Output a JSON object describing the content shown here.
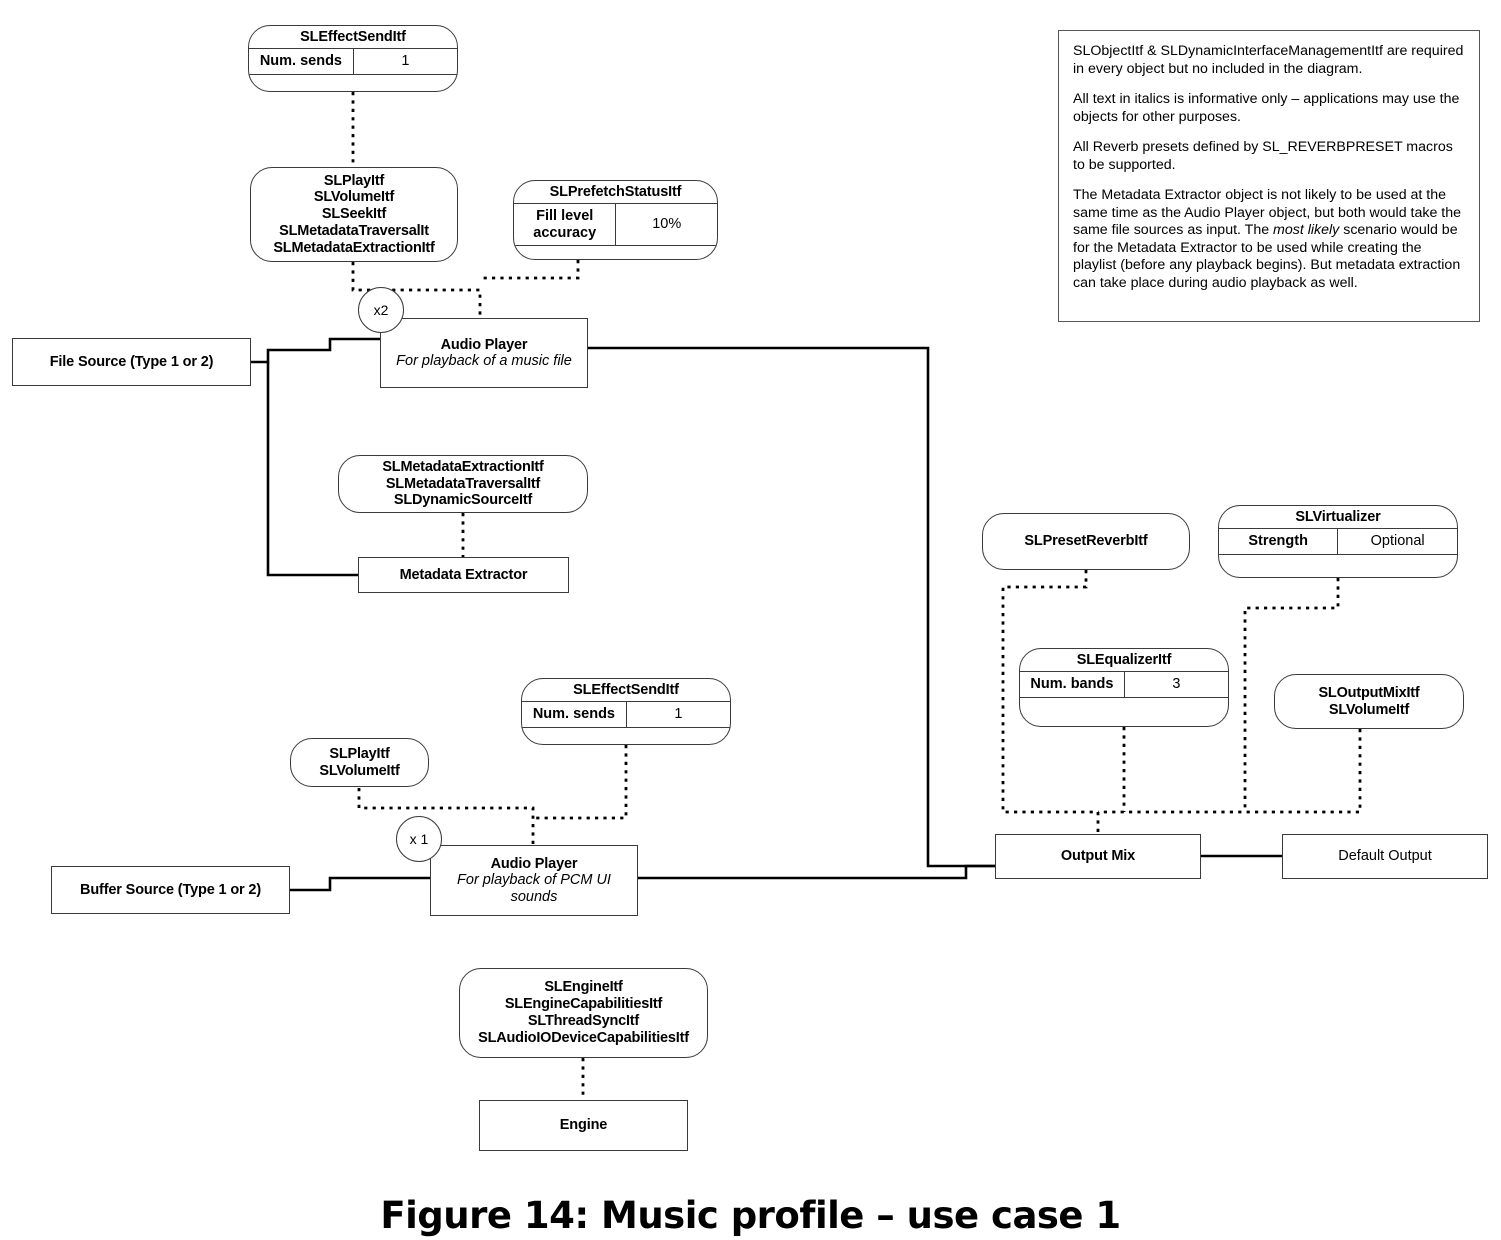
{
  "figure": {
    "caption": "Figure 14: Music profile – use case 1"
  },
  "note": {
    "paragraph1": "SLObjectItf & SLDynamicInterfaceManagementItf are required in every object but no included in the diagram.",
    "paragraph2": "All text in italics is informative only – applications may use the objects for other purposes.",
    "paragraph3": "All Reverb presets defined by SL_REVERBPRESET macros to be supported.",
    "paragraph4_a": "The Metadata Extractor object is not likely to be used at the same time as the Audio Player object, but both would take the same file sources as input. The ",
    "paragraph4_italic": "most likely",
    "paragraph4_b": " scenario would be for the Metadata Extractor to be used while creating the playlist (before any playback begins). But metadata extraction can take place during audio playback as well."
  },
  "nodes": {
    "effect_send_top": {
      "title": "SLEffectSendItf",
      "key": "Num. sends",
      "value": "1"
    },
    "player_itfs_top": {
      "interfaces": "SLPlayItf\nSLVolumeItf\nSLSeekItf\nSLMetadataTraversalIt\nSLMetadataExtractionItf"
    },
    "prefetch_status": {
      "title": "SLPrefetchStatusItf",
      "key": "Fill level\naccuracy",
      "value": "10%"
    },
    "file_source": {
      "label": "File Source (Type 1 or 2)"
    },
    "audio_player_music": {
      "title": "Audio Player",
      "subtitle": "For playback of a music file",
      "multiplicity": "x2"
    },
    "metadata_itfs": {
      "interfaces": "SLMetadataExtractionItf\nSLMetadataTraversalItf\nSLDynamicSourceItf"
    },
    "metadata_extractor": {
      "label": "Metadata Extractor"
    },
    "effect_send_bottom": {
      "title": "SLEffectSendItf",
      "key": "Num. sends",
      "value": "1"
    },
    "player_itfs_bottom": {
      "interfaces": "SLPlayItf\nSLVolumeItf"
    },
    "buffer_source": {
      "label": "Buffer Source (Type 1 or 2)"
    },
    "audio_player_pcm": {
      "title": "Audio Player",
      "subtitle": "For playback of PCM UI sounds",
      "multiplicity": "x 1"
    },
    "preset_reverb": {
      "title": "SLPresetReverbItf"
    },
    "virtualizer": {
      "title": "SLVirtualizer",
      "key": "Strength",
      "value": "Optional"
    },
    "equalizer": {
      "title": "SLEqualizerItf",
      "key": "Num. bands",
      "value": "3"
    },
    "output_mix_itfs": {
      "interfaces": "SLOutputMixItf\nSLVolumeItf"
    },
    "output_mix": {
      "label": "Output Mix"
    },
    "default_output": {
      "label": "Default Output"
    },
    "engine_itfs": {
      "interfaces": "SLEngineItf\nSLEngineCapabilitiesItf\nSLThreadSyncItf\nSLAudioIODeviceCapabilitiesItf"
    },
    "engine": {
      "label": "Engine"
    }
  },
  "colors": {
    "stroke": "#3a3a3a",
    "background": "#ffffff",
    "text": "#000000"
  }
}
